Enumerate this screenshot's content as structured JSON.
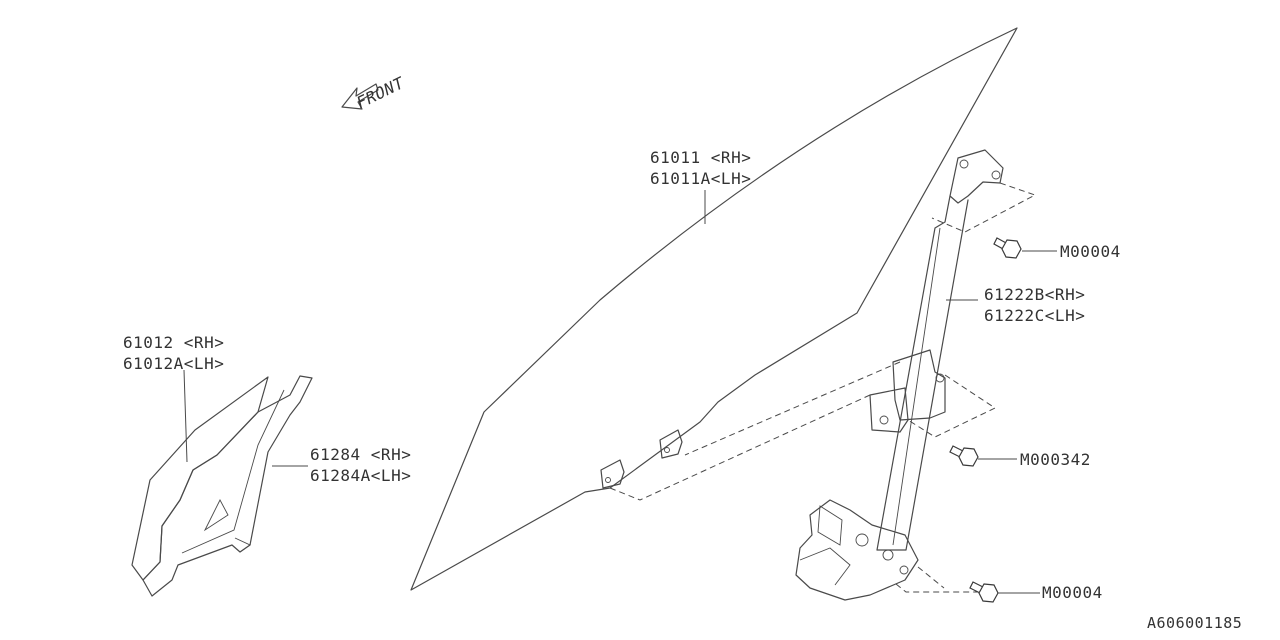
{
  "front_label": "FRONT",
  "parts": [
    {
      "id": "glass",
      "lines": [
        "61011 <RH>",
        "61011A<LH>"
      ]
    },
    {
      "id": "quarter-glass",
      "lines": [
        "61012 <RH>",
        "61012A<LH>"
      ]
    },
    {
      "id": "sash",
      "lines": [
        "61284 <RH>",
        "61284A<LH>"
      ]
    },
    {
      "id": "regulator",
      "lines": [
        "61222B<RH>",
        "61222C<LH>"
      ]
    }
  ],
  "fasteners": [
    {
      "id": "bolt-top",
      "code": "M00004"
    },
    {
      "id": "bolt-mid",
      "code": "M000342"
    },
    {
      "id": "bolt-bottom",
      "code": "M00004"
    }
  ],
  "diagram_id": "A606001185"
}
